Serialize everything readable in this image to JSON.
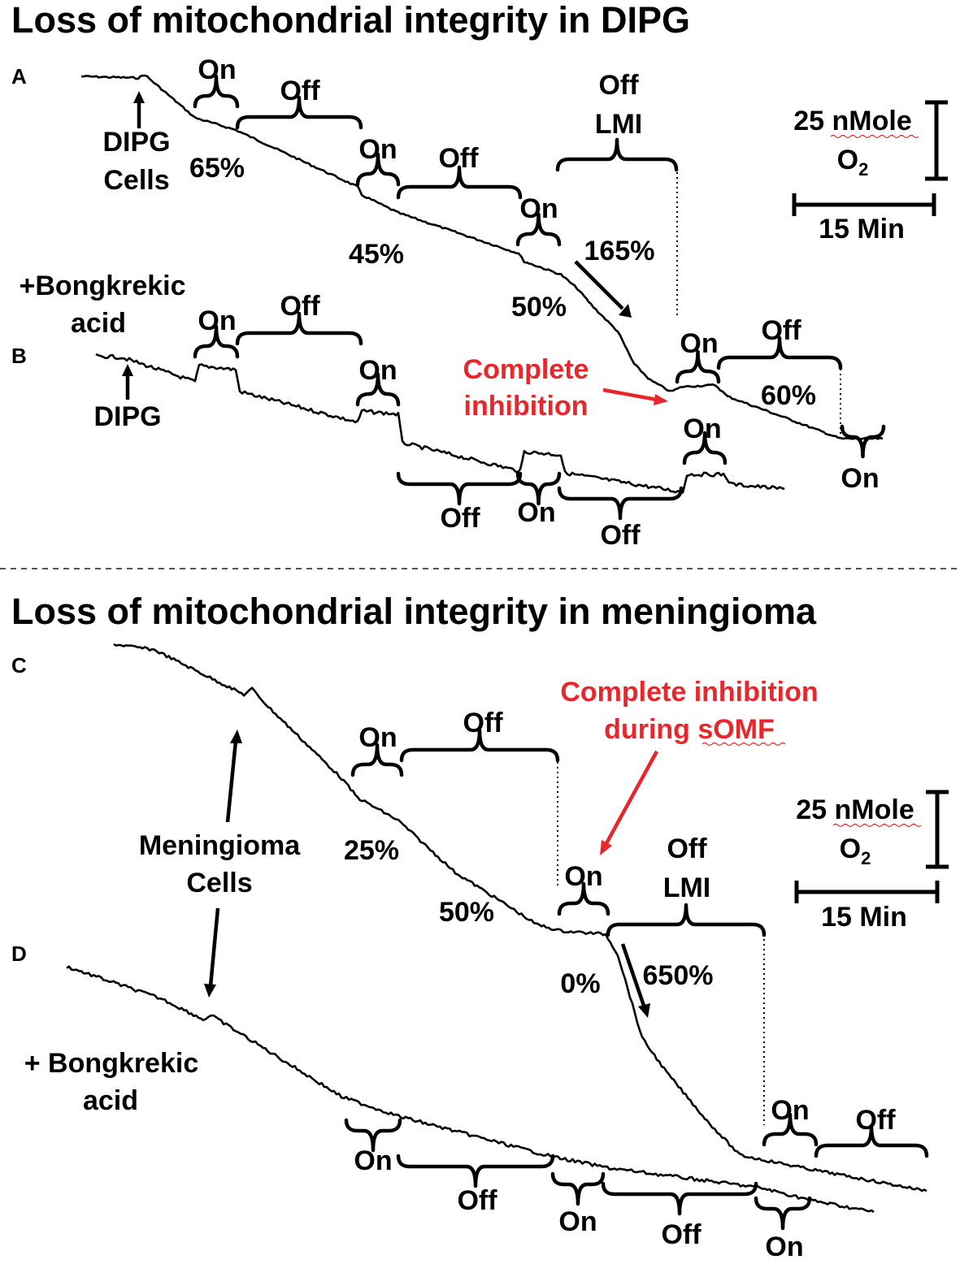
{
  "chart_data": [
    {
      "type": "line",
      "panel": "A",
      "title": "Loss of mitochondrial integrity in DIPG",
      "trace_label": "DIPG Cells",
      "segments": [
        {
          "label": "On",
          "value": "65%"
        },
        {
          "label": "Off"
        },
        {
          "label": "On",
          "value": "45%"
        },
        {
          "label": "Off"
        },
        {
          "label": "On",
          "value": "50%"
        },
        {
          "label": "Off LMI",
          "value": "165%"
        },
        {
          "label": "On"
        },
        {
          "label": "Off",
          "value": "60%"
        },
        {
          "label": "On"
        }
      ],
      "annotation": "Complete inhibition",
      "scale_bar": {
        "y": "25 nMole O2",
        "x": "15 Min"
      }
    },
    {
      "type": "line",
      "panel": "B",
      "treatment": "+Bongkrekic acid",
      "trace_label": "DIPG",
      "segments": [
        "On",
        "Off",
        "On",
        "Off",
        "On",
        "Off",
        "On"
      ]
    },
    {
      "type": "line",
      "panel": "C",
      "title": "Loss of mitochondrial integrity in meningioma",
      "trace_label": "Meningioma Cells",
      "segments": [
        {
          "label": "On",
          "value": "25%"
        },
        {
          "label": "Off",
          "value": "50%"
        },
        {
          "label": "On",
          "value": "0%"
        },
        {
          "label": "Off LMI",
          "value": "650%"
        },
        {
          "label": "On"
        },
        {
          "label": "Off"
        }
      ],
      "annotation": "Complete inhibition during sOMF",
      "scale_bar": {
        "y": "25 nMole O2",
        "x": "15 Min"
      }
    },
    {
      "type": "line",
      "panel": "D",
      "treatment": "+ Bongkrekic acid",
      "segments": [
        "On",
        "Off",
        "On",
        "Off",
        "On"
      ]
    }
  ],
  "labels": {
    "title_top": "Loss of mitochondrial integrity in DIPG",
    "title_bottom": "Loss of mitochondrial integrity in meningioma",
    "panel_a": "A",
    "panel_b": "B",
    "panel_c": "C",
    "panel_d": "D",
    "on": "On",
    "off": "Off",
    "lmi": "LMI",
    "dipg": "DIPG",
    "cells": "Cells",
    "meningioma": "Meningioma",
    "bong_plus": "+Bongkrekic",
    "bong_plus_sp": "+ Bongkrekic",
    "acid": "acid",
    "pct_65": "65%",
    "pct_45": "45%",
    "pct_50": "50%",
    "pct_165": "165%",
    "pct_60": "60%",
    "pct_25": "25%",
    "pct_0": "0%",
    "pct_650": "650%",
    "complete": "Complete",
    "inhibition": "inhibition",
    "complete_inhibition": "Complete inhibition",
    "during": "during sOMF",
    "scale_y1": "25 nMole",
    "scale_y2": "O",
    "scale_y2_sub": "2",
    "scale_x": "15 Min"
  },
  "colors": {
    "annotation": "#e8262b",
    "trace": "#000000"
  }
}
